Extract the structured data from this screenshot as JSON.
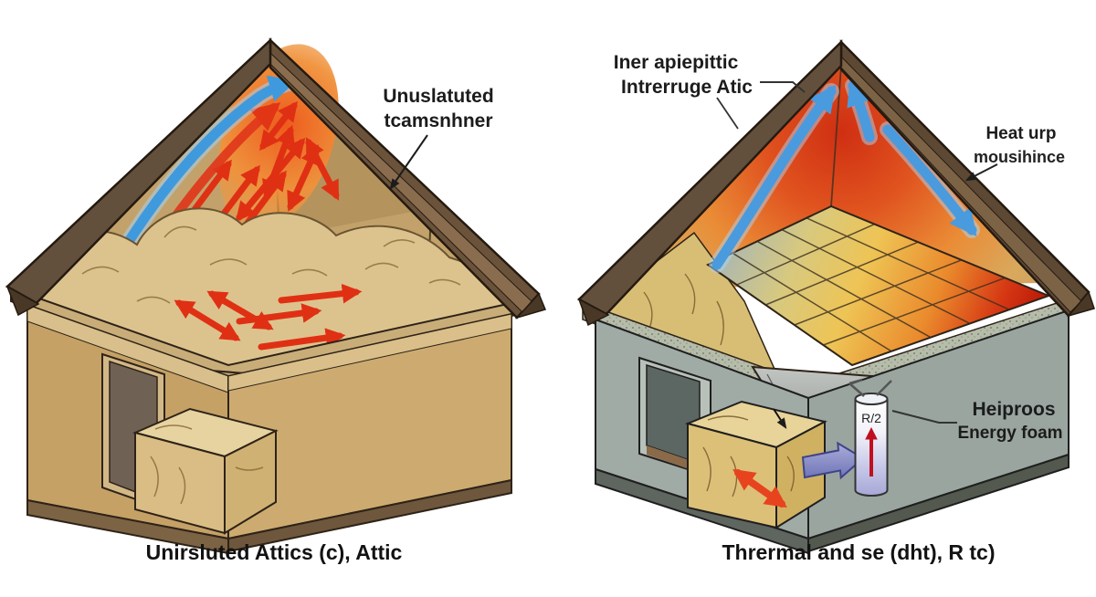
{
  "colors": {
    "background": "#ffffff",
    "roof_brown": "#6b523a",
    "roof_dark_edge": "#4a3827",
    "wood_tan_wall": "#c5a166",
    "insulation_tan": "#dcc38e",
    "insulation_yellow": "#d8be74",
    "wall_gray": "#a0aba5",
    "heat_red": "#e03014",
    "airflow_blue": "#3f9add",
    "hot_grid_red": "#b81405",
    "accent_purple": "#7076b8",
    "label_black": "#1c1c1c"
  },
  "left_panel": {
    "roof_label": {
      "line1": "Unuslatuted",
      "line2": "tcamsnhner"
    },
    "caption": "Unirsluted Attics (c), Attic"
  },
  "right_panel": {
    "attic_label": {
      "line1": "Iner apiepittic",
      "line2": "Intrerruge Atic"
    },
    "heat_label": {
      "line1": "Heat urp",
      "line2": "mousihince"
    },
    "foam_label": {
      "line1": "Heiproos",
      "line2": "Energy foam"
    },
    "cylinder_label": "R/2",
    "caption": "Thrermal and se (dht), R tc)"
  }
}
